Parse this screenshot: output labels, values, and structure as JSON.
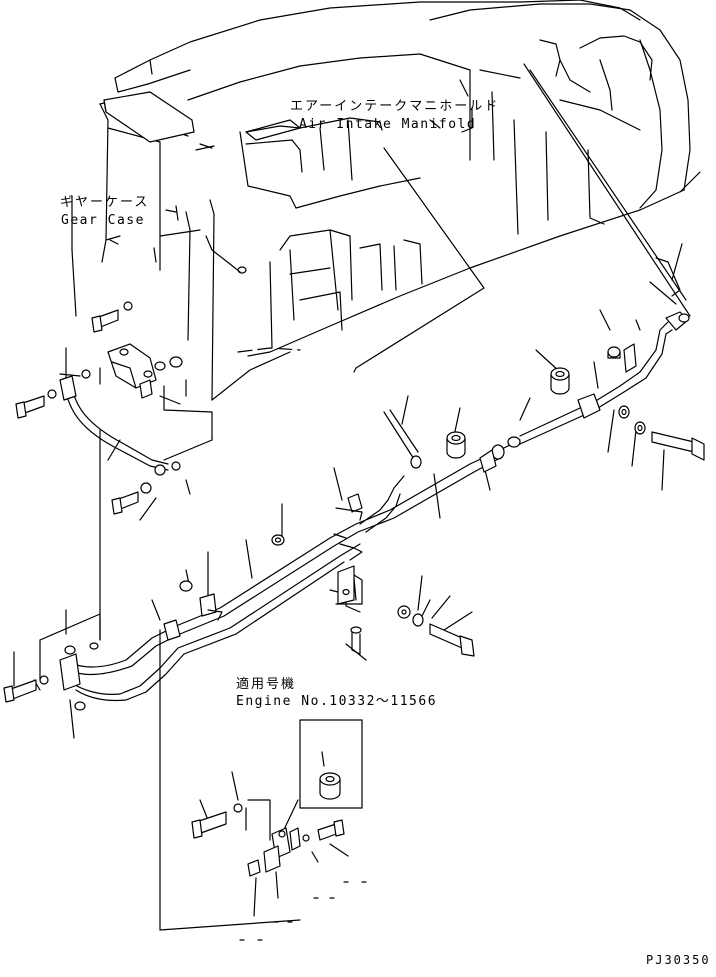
{
  "labels": {
    "air_intake_manifold_jp": "エアーインテークマニホールド",
    "air_intake_manifold_en": "Air Intake Manifold",
    "gear_case_jp": "ギヤーケース",
    "gear_case_en": "Gear Case",
    "applicable_engine_jp": "適用号機",
    "applicable_engine_en": "Engine No.10332～11566"
  },
  "drawing_number": "PJ30350"
}
